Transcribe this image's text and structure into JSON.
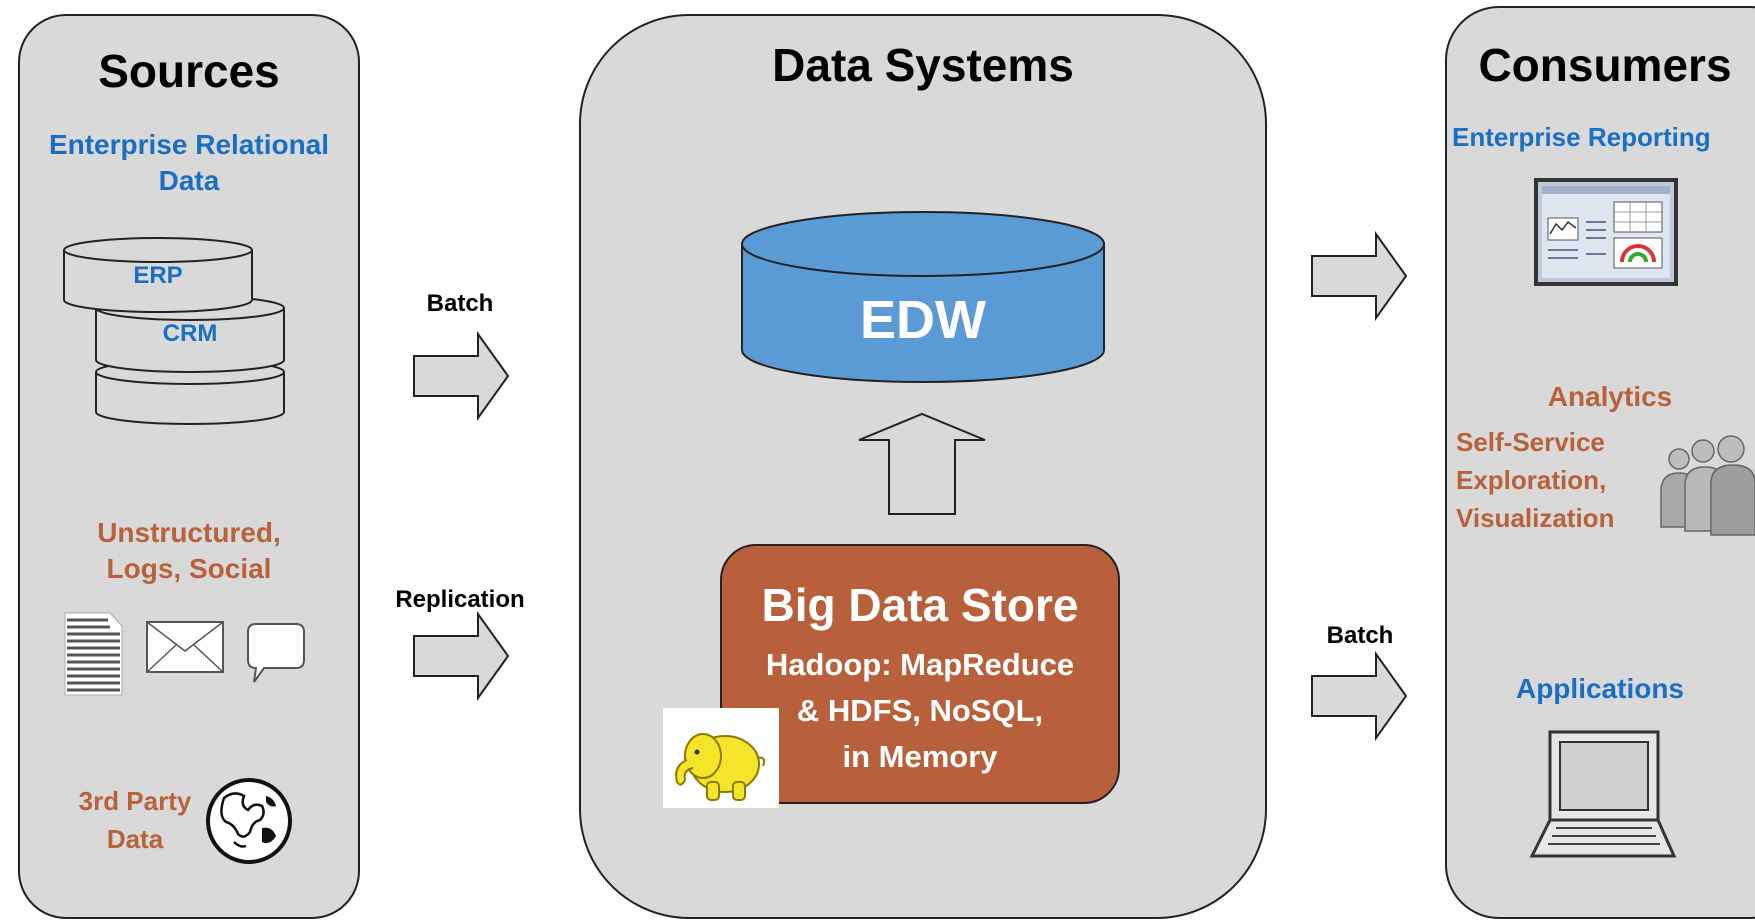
{
  "sources": {
    "title": "Sources",
    "relational_line1": "Enterprise Relational",
    "relational_line2": "Data",
    "db_erp": "ERP",
    "db_crm": "CRM",
    "unstructured_line1": "Unstructured,",
    "unstructured_line2": "Logs, Social",
    "third_party_line1": "3rd Party",
    "third_party_line2": "Data",
    "icons": [
      "document-icon",
      "envelope-icon",
      "chat-bubble-icon",
      "globe-icon"
    ]
  },
  "flows_in": {
    "batch_label": "Batch",
    "replication_label": "Replication"
  },
  "data_systems": {
    "title": "Data Systems",
    "edw_label": "EDW",
    "bigdata_title": "Big Data Store",
    "bigdata_line1": "Hadoop: MapReduce",
    "bigdata_line2": "& HDFS, NoSQL,",
    "bigdata_line3": "in Memory",
    "icons": [
      "hadoop-elephant-icon",
      "up-arrow-icon"
    ]
  },
  "flows_out": {
    "batch_label": "Batch"
  },
  "consumers": {
    "title": "Consumers",
    "reporting_label": "Enterprise Reporting",
    "analytics_title": "Analytics",
    "analytics_line1": "Self-Service",
    "analytics_line2": "Exploration,",
    "analytics_line3": "Visualization",
    "applications_label": "Applications",
    "icons": [
      "dashboard-icon",
      "users-icon",
      "laptop-icon"
    ]
  },
  "colors": {
    "panel_bg": "#d9d9d9",
    "blue_text": "#1a6fc4",
    "brown_text": "#b8613a",
    "edw_fill": "#5b9bd5",
    "bigdata_fill": "#b85f3b",
    "arrow_fill": "#d9d9d9"
  }
}
